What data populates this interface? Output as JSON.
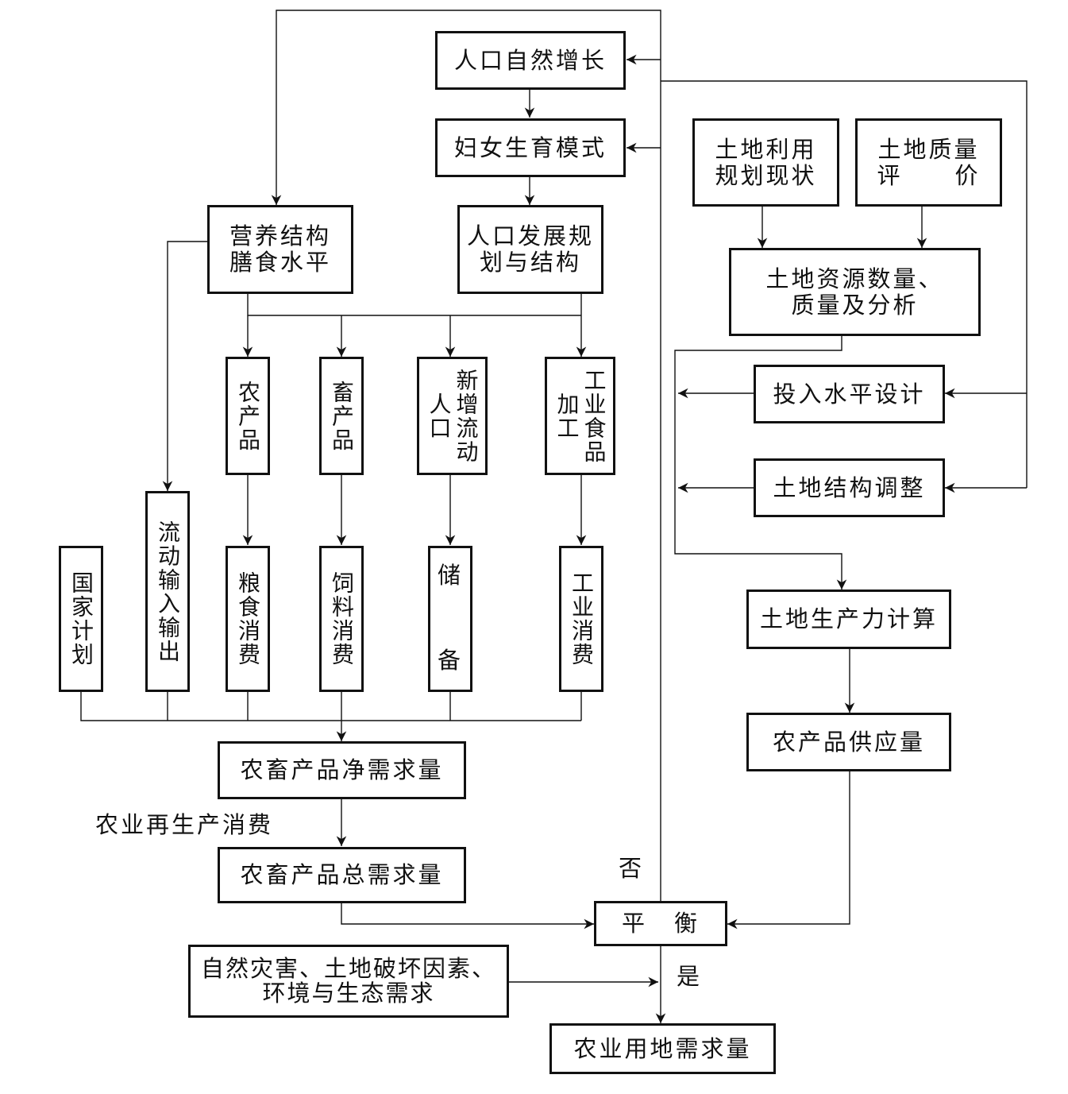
{
  "diagram": {
    "type": "flowchart",
    "colors": {
      "stroke": "#111111",
      "background": "#ffffff"
    },
    "nodes": {
      "population_growth": "人口自然增长",
      "fertility_pattern": "妇女生育模式",
      "nutrition": {
        "line1": "营养结构",
        "line2": "膳食水平"
      },
      "population_plan": {
        "line1": "人口发展规",
        "line2": "划与结构"
      },
      "land_use_plan": {
        "line1": "土地利用",
        "line2": "规划现状"
      },
      "land_quality": {
        "line1": "土地质量",
        "line2a": "评",
        "line2b": "价"
      },
      "land_resources": {
        "line1": "土地资源数量、",
        "line2": "质量及分析"
      },
      "input_level": "投入水平设计",
      "land_structure": "土地结构调整",
      "agri_products": "农产品",
      "livestock_products": "畜产品",
      "new_migrants": "新增流动人口",
      "industrial_food": "工业食品加工",
      "state_plan": "国家计划",
      "migration_io": "流动输入输出",
      "grain_consumption": "粮食消费",
      "feed_consumption": "饲料消费",
      "reserve": {
        "top": "储",
        "bottom": "备"
      },
      "industrial_consumption": "工业消费",
      "land_productivity": "土地生产力计算",
      "agri_supply": "农产品供应量",
      "net_demand": "农畜产品净需求量",
      "total_demand": "农畜产品总需求量",
      "balance": {
        "left": "平",
        "right": "衡"
      },
      "disasters": {
        "line1": "自然灾害、土地破坏因素、",
        "line2": "环境与生态需求"
      },
      "land_demand": "农业用地需求量"
    },
    "labels": {
      "reproduction_consumption": "农业再生产消费",
      "no": "否",
      "yes": "是"
    }
  }
}
